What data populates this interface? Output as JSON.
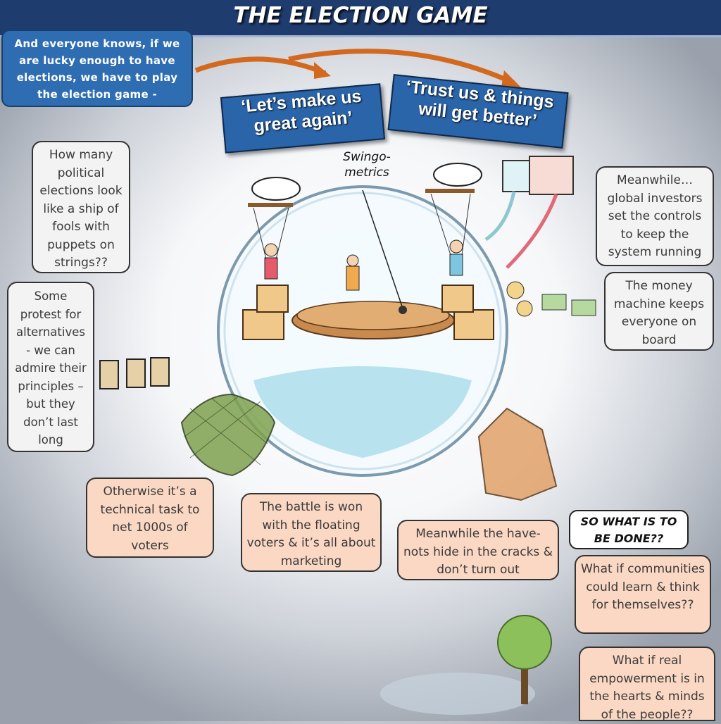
{
  "header": {
    "title": "THE ELECTION GAME"
  },
  "intro": {
    "text": "And everyone knows, if we are lucky enough to have elections, we have to play the election game -"
  },
  "banners": {
    "left": "‘Let’s make us great again’",
    "right": "‘Trust us & things will get better’"
  },
  "labels": {
    "swingometrics": "Swingo- metrics"
  },
  "bubbles": {
    "ship_of_fools": "How many political elections look like a ship of fools with puppets on strings??",
    "protest": "Some protest for alternatives - we can admire their principles – but they don’t last long",
    "investors": "Meanwhile… global investors set the controls to keep the system running",
    "money_machine": "The money machine keeps everyone on board",
    "technical_task": "Otherwise it’s a technical task to net 1000s of voters",
    "floating_voters": "The battle is won with the floating voters & it’s all about marketing",
    "have_nots": "Meanwhile the have-nots hide in the cracks & don’t turn out",
    "what_to_do": "SO WHAT IS TO BE DONE??",
    "communities": "What if communities could learn & think for themselves??",
    "empowerment": "What if real empowerment is in the hearts & minds of the people??"
  },
  "colors": {
    "header": "#1f3c6e",
    "banner": "#2a64a9",
    "intro_box": "#2e6db2",
    "peach_bubble": "#fbd8c3",
    "arrow": "#d2691e"
  }
}
